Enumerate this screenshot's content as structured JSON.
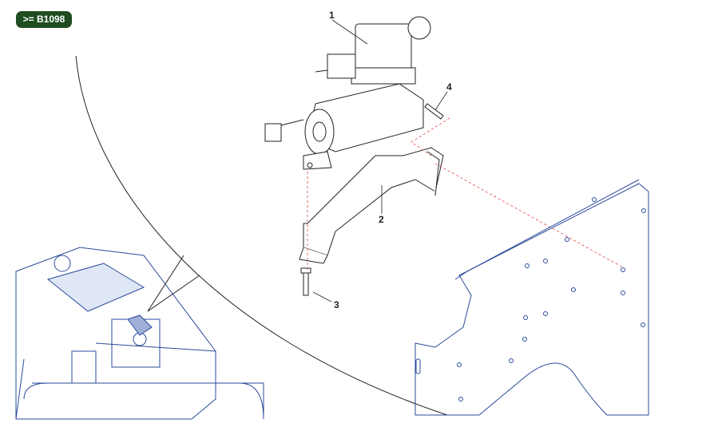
{
  "badge": {
    "label": ">= B1098",
    "color": "#1e4d20"
  },
  "callouts": [
    {
      "label": "1"
    },
    {
      "label": "2"
    },
    {
      "label": "3"
    },
    {
      "label": "4"
    }
  ],
  "colors": {
    "line": "#222222",
    "machine": "#2a4a9a",
    "dashed": "#e04040"
  }
}
